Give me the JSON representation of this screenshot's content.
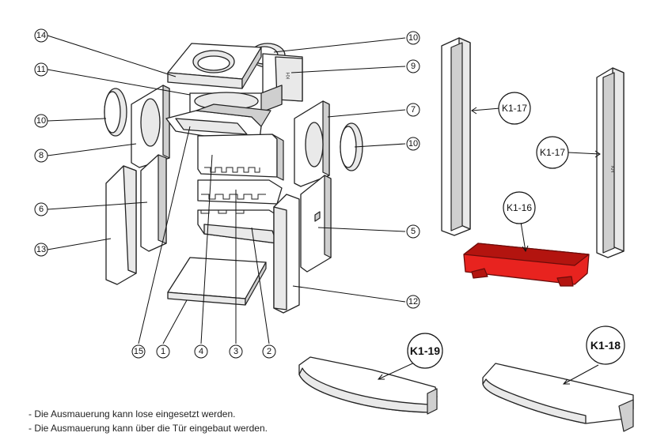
{
  "callouts": {
    "c14": "14",
    "c11": "11",
    "c10a": "10",
    "c8": "8",
    "c6": "6",
    "c13": "13",
    "c10b": "10",
    "c9": "9",
    "c7": "7",
    "c10c": "10",
    "c5": "5",
    "c12": "12",
    "c15": "15",
    "c1": "1",
    "c4": "4",
    "c3": "3",
    "c2": "2"
  },
  "spare_parts": {
    "k1_17_a": "K1-17",
    "k1_17_b": "K1-17",
    "k1_16": "K1-16",
    "k1_19": "K1-19",
    "k1_18": "K1-18"
  },
  "highlight_color": "#e8231f",
  "notes": [
    "- Die Ausmauerung kann lose eingesetzt werden.",
    "- Die Ausmauerung kann über die Tür eingebaut werden."
  ]
}
